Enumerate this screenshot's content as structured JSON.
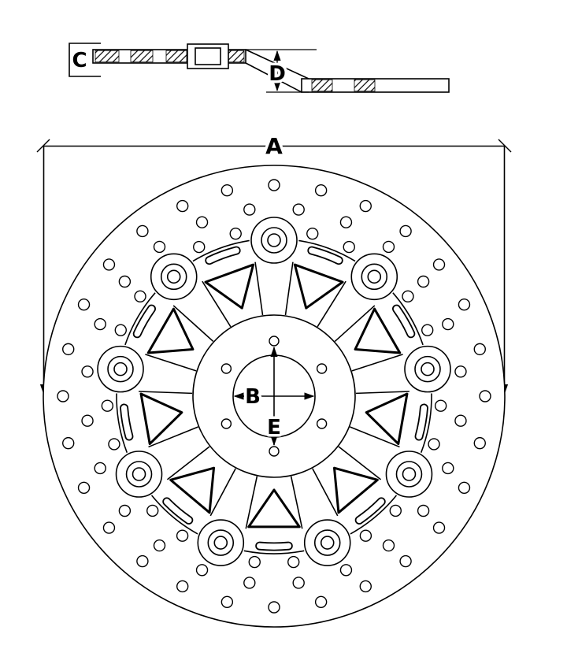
{
  "diagram": {
    "labels": {
      "A": "A",
      "B": "B",
      "C": "C",
      "D": "D",
      "E": "E"
    }
  },
  "colors": {
    "line": "#000000",
    "background": "#ffffff"
  }
}
